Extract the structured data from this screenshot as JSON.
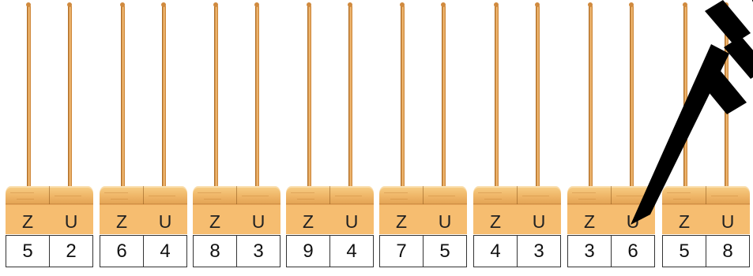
{
  "columns": {
    "tens_label": "Z",
    "units_label": "U"
  },
  "abacuses": [
    {
      "tens": "5",
      "units": "2"
    },
    {
      "tens": "6",
      "units": "4"
    },
    {
      "tens": "8",
      "units": "3"
    },
    {
      "tens": "9",
      "units": "4"
    },
    {
      "tens": "7",
      "units": "5"
    },
    {
      "tens": "4",
      "units": "3"
    },
    {
      "tens": "3",
      "units": "6"
    },
    {
      "tens": "5",
      "units": "8"
    }
  ],
  "watermark": {
    "text": "LIBER"
  },
  "colors": {
    "wood_light": "#f7cf86",
    "wood_mid": "#efb566",
    "plinth": "#f6bd70",
    "rod": "#e8a458",
    "watermark": "#000000"
  }
}
